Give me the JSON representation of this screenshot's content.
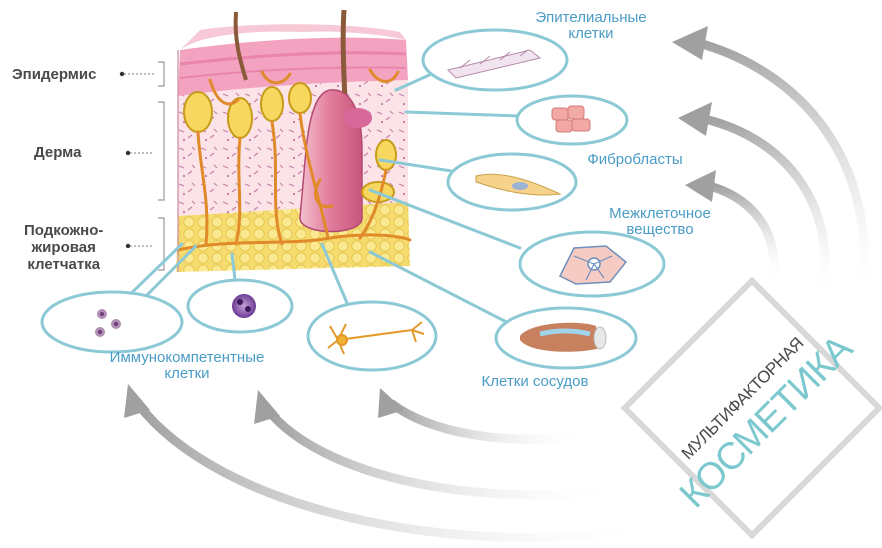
{
  "layers": {
    "epidermis": "Эпидермис",
    "dermis": "Дерма",
    "hypodermis": [
      "Подкожно-",
      "жировая",
      "клетчатка"
    ]
  },
  "cells": {
    "epithelial": [
      "Эпителиальные",
      "клетки"
    ],
    "fibroblasts": "Фибробласты",
    "matrix": [
      "Межклеточное",
      "вещество"
    ],
    "immune": [
      "Иммунокомпетентные",
      "клетки"
    ],
    "vessels": "Клетки сосудов"
  },
  "badge": {
    "line1": "МУЛЬТИФАКТОРНАЯ",
    "line2": "КОСМЕТИКА"
  },
  "colors": {
    "label_blue": "#4a9cc7",
    "bubble_stroke": "#8cc9d6",
    "badge_teal": "#7cc8cf",
    "arrow_grey": "#a8a8a8"
  }
}
